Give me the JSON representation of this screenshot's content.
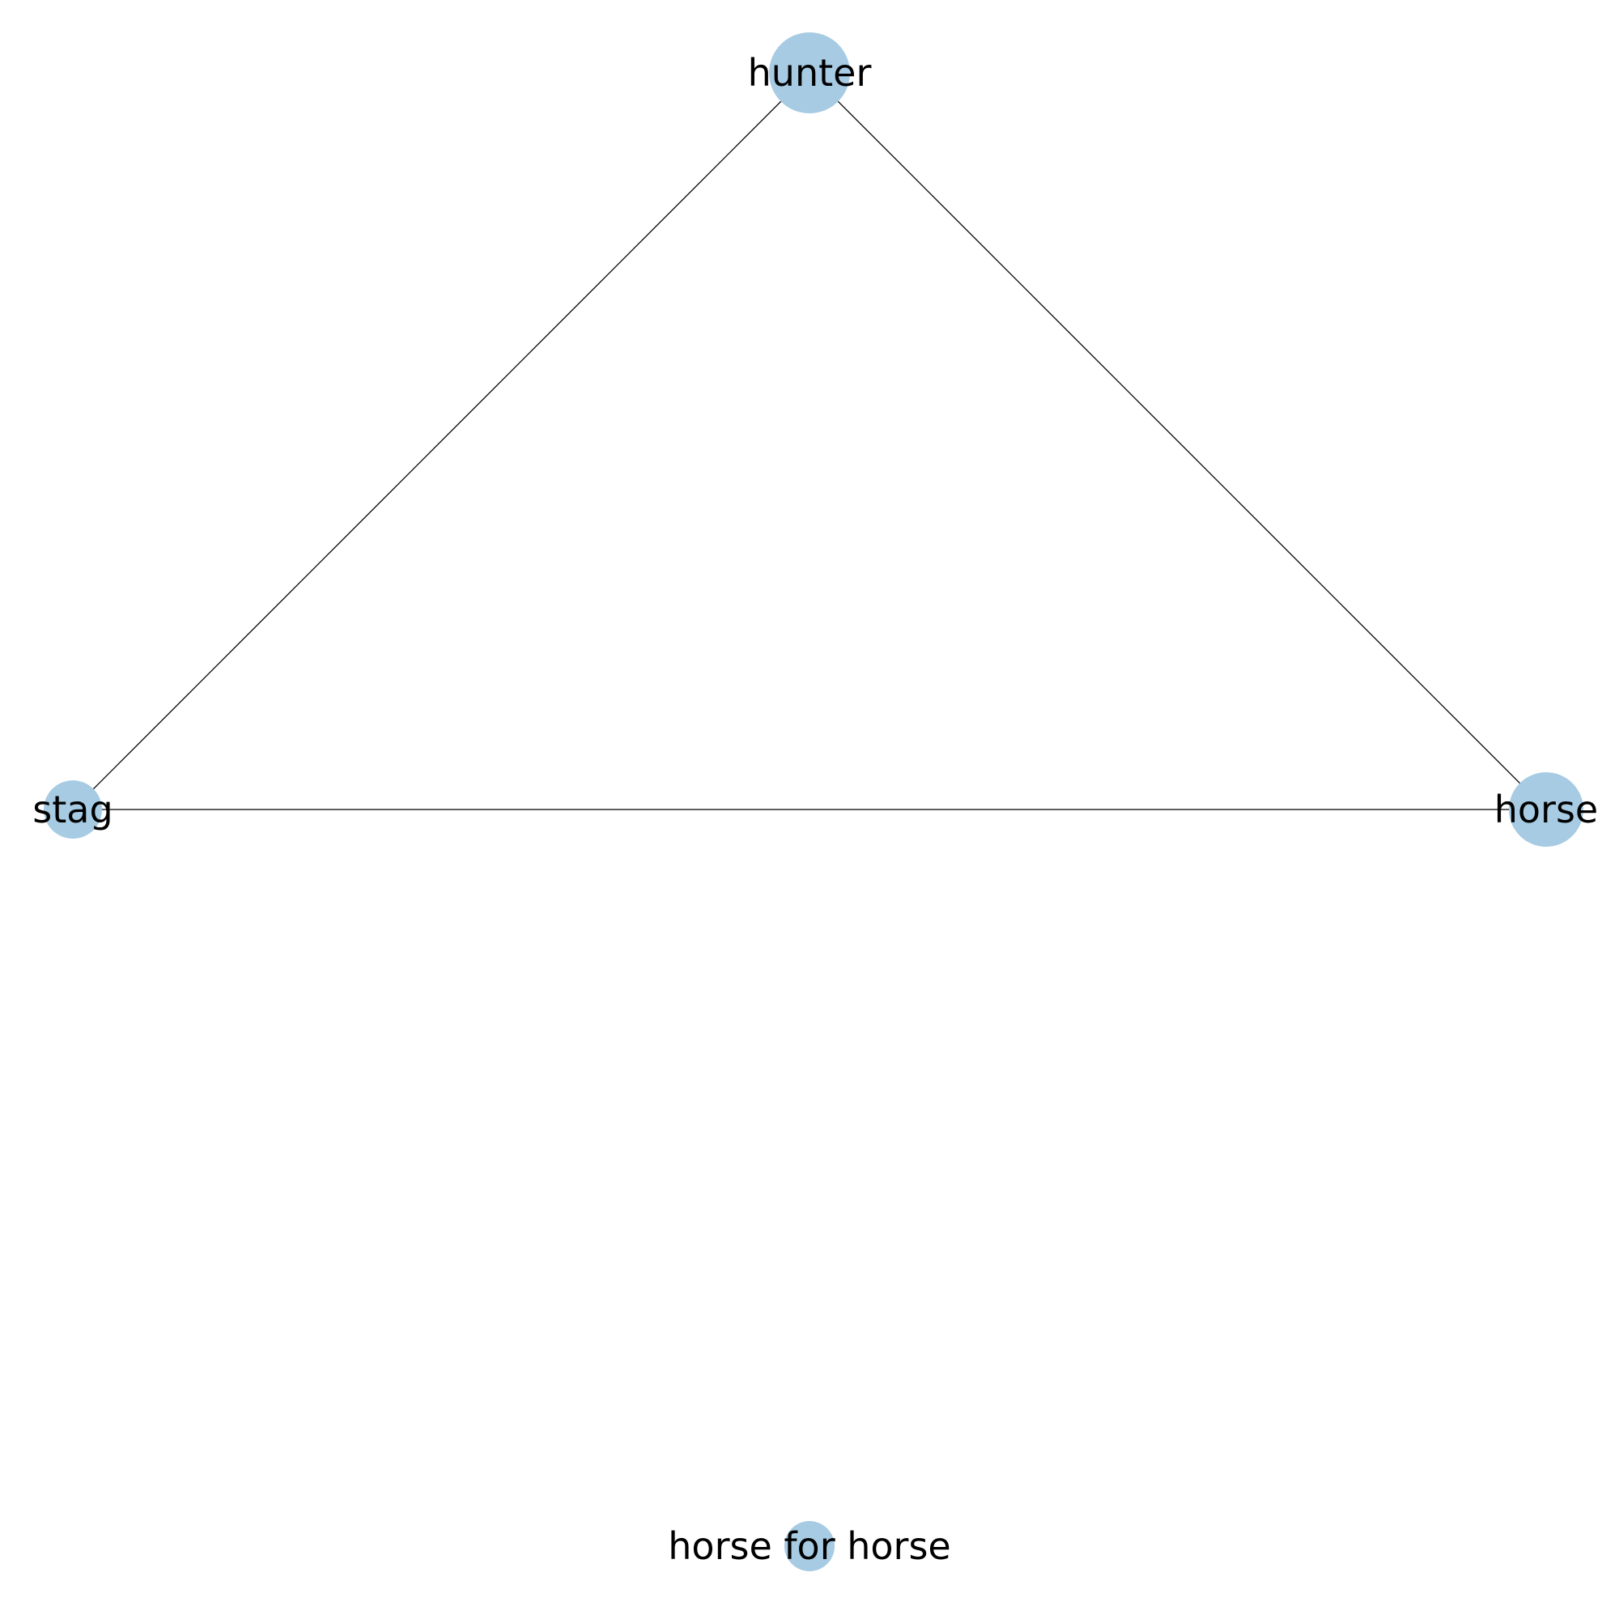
{
  "graph": {
    "nodes": [
      {
        "id": "hunter",
        "label": "hunter"
      },
      {
        "id": "stag",
        "label": "stag"
      },
      {
        "id": "horse",
        "label": "horse"
      },
      {
        "id": "horse-for-horse",
        "label": "horse for horse"
      }
    ],
    "edges": [
      {
        "source": "hunter",
        "target": "stag"
      },
      {
        "source": "hunter",
        "target": "horse"
      },
      {
        "source": "stag",
        "target": "horse"
      }
    ],
    "node_color": "#a6cbe3",
    "edge_color": "#000000",
    "label_color": "#000000"
  }
}
